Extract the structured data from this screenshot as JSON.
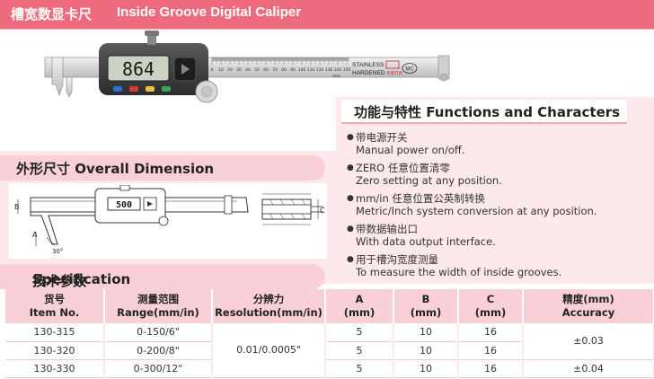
{
  "header": {
    "title_cn": "槽宽数显卡尺",
    "title_en": "Inside Groove Digital Caliper"
  },
  "product_image": {
    "display_value": "864",
    "scale_marks": [
      "0",
      "10",
      "20",
      "30",
      "40",
      "50",
      "60",
      "70",
      "80",
      "90",
      "100",
      "110",
      "120",
      "130",
      "140",
      "150"
    ],
    "label_stainless": "STAINLESS",
    "label_hardened": "HARDENED",
    "brand_text": "华意刃具",
    "cert_mark": "MC",
    "unit_label": "mm"
  },
  "functions": {
    "title": "功能与特性 Functions and Characters",
    "items": [
      {
        "cn": "带电源开关",
        "en": "Manual power on/off."
      },
      {
        "cn": "ZERO 任意位置清零",
        "en": "Zero setting at any position."
      },
      {
        "cn": "mm/in 任意位置公英制转换",
        "en": "Metric/Inch system conversion at any position."
      },
      {
        "cn": "带数据输出口",
        "en": "With data output interface."
      },
      {
        "cn": "用于槽沟宽度测量",
        "en": "To measure the width of inside grooves."
      }
    ]
  },
  "dimension": {
    "title": "外形尺寸 Overall Dimension",
    "display_value": "500",
    "label_a": "A",
    "label_b": "B",
    "label_c": "C",
    "angle_label": "30°"
  },
  "spec": {
    "title_cn": "技术参数",
    "title_en": "Specification",
    "headers": [
      {
        "cn": "货号",
        "en": "Item No."
      },
      {
        "cn": "测量范围",
        "en": "Range(mm/in)"
      },
      {
        "cn": "分辨力",
        "en": "Resolution(mm/in)"
      },
      {
        "cn": "A",
        "en": "(mm)"
      },
      {
        "cn": "B",
        "en": "(mm)"
      },
      {
        "cn": "C",
        "en": "(mm)"
      },
      {
        "cn": "精度(mm)",
        "en": "Accuracy"
      }
    ],
    "rows": [
      {
        "item": "130-315",
        "range": "0-150/6\"",
        "a": "5",
        "b": "10",
        "c": "16"
      },
      {
        "item": "130-320",
        "range": "0-200/8\"",
        "a": "5",
        "b": "10",
        "c": "16"
      },
      {
        "item": "130-330",
        "range": "0-300/12\"",
        "a": "5",
        "b": "10",
        "c": "16"
      }
    ],
    "resolution": "0.01/0.0005\"",
    "accuracy_1": "±0.03",
    "accuracy_2": "±0.04"
  }
}
